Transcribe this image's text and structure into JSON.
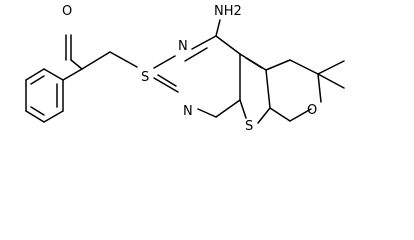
{
  "structure": {
    "atom_labels": {
      "carbonyl_oxygen": "O",
      "thioether_sulfur": "S",
      "ring_nitrogen_upper": "N",
      "ring_nitrogen_lower": "N",
      "amino_group": "NH2",
      "thiophene_sulfur": "S",
      "pyran_oxygen": "O"
    }
  },
  "colors": {
    "bond": "#000000",
    "label": "#000000",
    "background": "#ffffff"
  }
}
